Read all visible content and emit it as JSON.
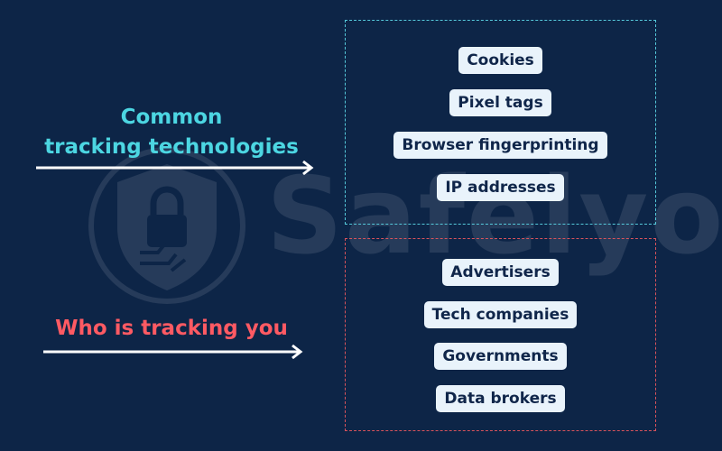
{
  "watermark": {
    "text": "Safelyo"
  },
  "tracking_technologies": {
    "label_line1": "Common",
    "label_line2": "tracking technologies",
    "items": [
      "Cookies",
      "Pixel tags",
      "Browser fingerprinting",
      "IP addresses"
    ]
  },
  "trackers": {
    "label": "Who is tracking you",
    "items": [
      "Advertisers",
      "Tech companies",
      "Governments",
      "Data brokers"
    ]
  },
  "colors": {
    "background": "#0d2547",
    "technologies_accent": "#4cd6e2",
    "trackers_accent": "#ff5a63",
    "pill_background": "#e9f3fb",
    "pill_text": "#10264a"
  }
}
